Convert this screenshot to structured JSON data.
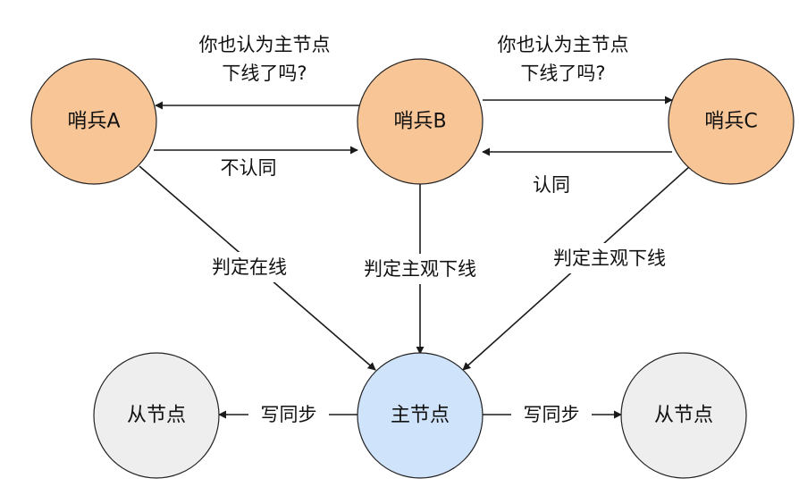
{
  "colors": {
    "sentinel_fill": "#f8c596",
    "master_fill": "#cfe3fb",
    "replica_fill": "#eeeeee",
    "node_stroke": "#222222",
    "edge_stroke": "#1a1a1a"
  },
  "nodes": {
    "sentinel_a": {
      "label": "哨兵A"
    },
    "sentinel_b": {
      "label": "哨兵B"
    },
    "sentinel_c": {
      "label": "哨兵C"
    },
    "master": {
      "label": "主节点"
    },
    "replica_left": {
      "label": "从节点"
    },
    "replica_right": {
      "label": "从节点"
    }
  },
  "edges": {
    "b_to_a_question": {
      "line1": "你也认为主节点",
      "line2": "下线了吗?"
    },
    "b_to_c_question": {
      "line1": "你也认为主节点",
      "line2": "下线了吗?"
    },
    "a_to_b_answer": {
      "label": "不认同"
    },
    "c_to_b_answer": {
      "label": "认同"
    },
    "a_to_master": {
      "label": "判定在线"
    },
    "b_to_master": {
      "label": "判定主观下线"
    },
    "c_to_master": {
      "label": "判定主观下线"
    },
    "master_to_left": {
      "label": "写同步"
    },
    "master_to_right": {
      "label": "写同步"
    }
  }
}
